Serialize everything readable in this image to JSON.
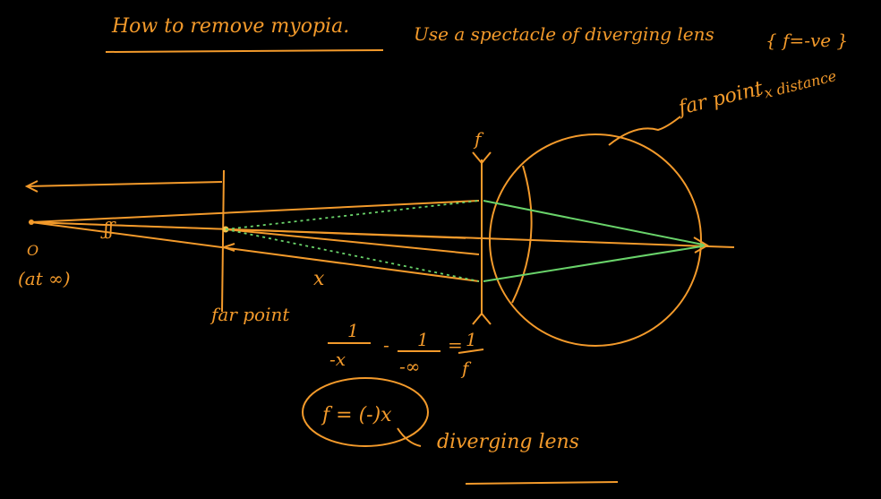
{
  "title": {
    "heading": "How to remove myopia.",
    "remedy": "Use a spectacle of diverging lens",
    "focal_sign": "{ f=-ve }"
  },
  "annotations": {
    "farpoint_top": "far point",
    "distance_note": "- x distance",
    "farpoint_label": "far point",
    "x_label": "x",
    "f_label": "f",
    "object_o": "O",
    "object_infinity": "(at ∞)",
    "diverging_note": "diverging lens"
  },
  "equations": {
    "lens_num1": "1",
    "lens_den1": "-x",
    "lens_minus": "-",
    "lens_num2": "1",
    "lens_den2": "-∞",
    "lens_equals": "=",
    "lens_num3": "1",
    "lens_den3": "f",
    "result": "f = (-)x"
  },
  "colors": {
    "ink": "#f39a2b",
    "green": "#69d36a",
    "background": "#000000"
  }
}
